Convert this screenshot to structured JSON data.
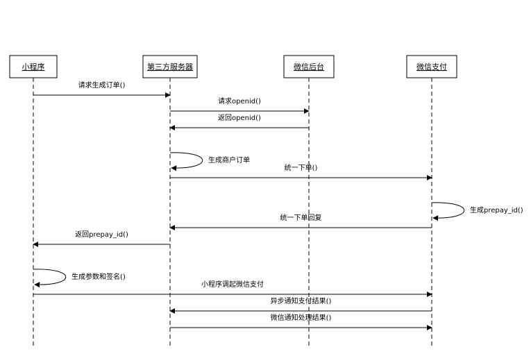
{
  "diagram": {
    "actors": [
      {
        "id": "miniprogram",
        "label": "小程序"
      },
      {
        "id": "server",
        "label": "第三方服务器"
      },
      {
        "id": "wechat_backend",
        "label": "微信后台"
      },
      {
        "id": "wechat_pay",
        "label": "微信支付"
      }
    ],
    "messages": [
      {
        "from": "miniprogram",
        "to": "server",
        "label": "请求生成订单()"
      },
      {
        "from": "server",
        "to": "wechat_backend",
        "label": "请求openid()"
      },
      {
        "from": "wechat_backend",
        "to": "server",
        "label": "返回openid()"
      },
      {
        "from": "server",
        "to": "server",
        "label": "生成商户订单"
      },
      {
        "from": "server",
        "to": "wechat_pay",
        "label": "统一下单()"
      },
      {
        "from": "wechat_pay",
        "to": "wechat_pay",
        "label": "生成prepay_id()"
      },
      {
        "from": "wechat_pay",
        "to": "server",
        "label": "统一下单回复"
      },
      {
        "from": "server",
        "to": "miniprogram",
        "label": "返回prepay_id()"
      },
      {
        "from": "miniprogram",
        "to": "miniprogram",
        "label": "生成参数和签名()"
      },
      {
        "from": "miniprogram",
        "to": "wechat_pay",
        "label": "小程序调起微信支付"
      },
      {
        "from": "wechat_pay",
        "to": "server",
        "label": "异步通知支付结果()"
      },
      {
        "from": "server",
        "to": "wechat_pay",
        "label": "微信通知处理结果()"
      }
    ]
  }
}
